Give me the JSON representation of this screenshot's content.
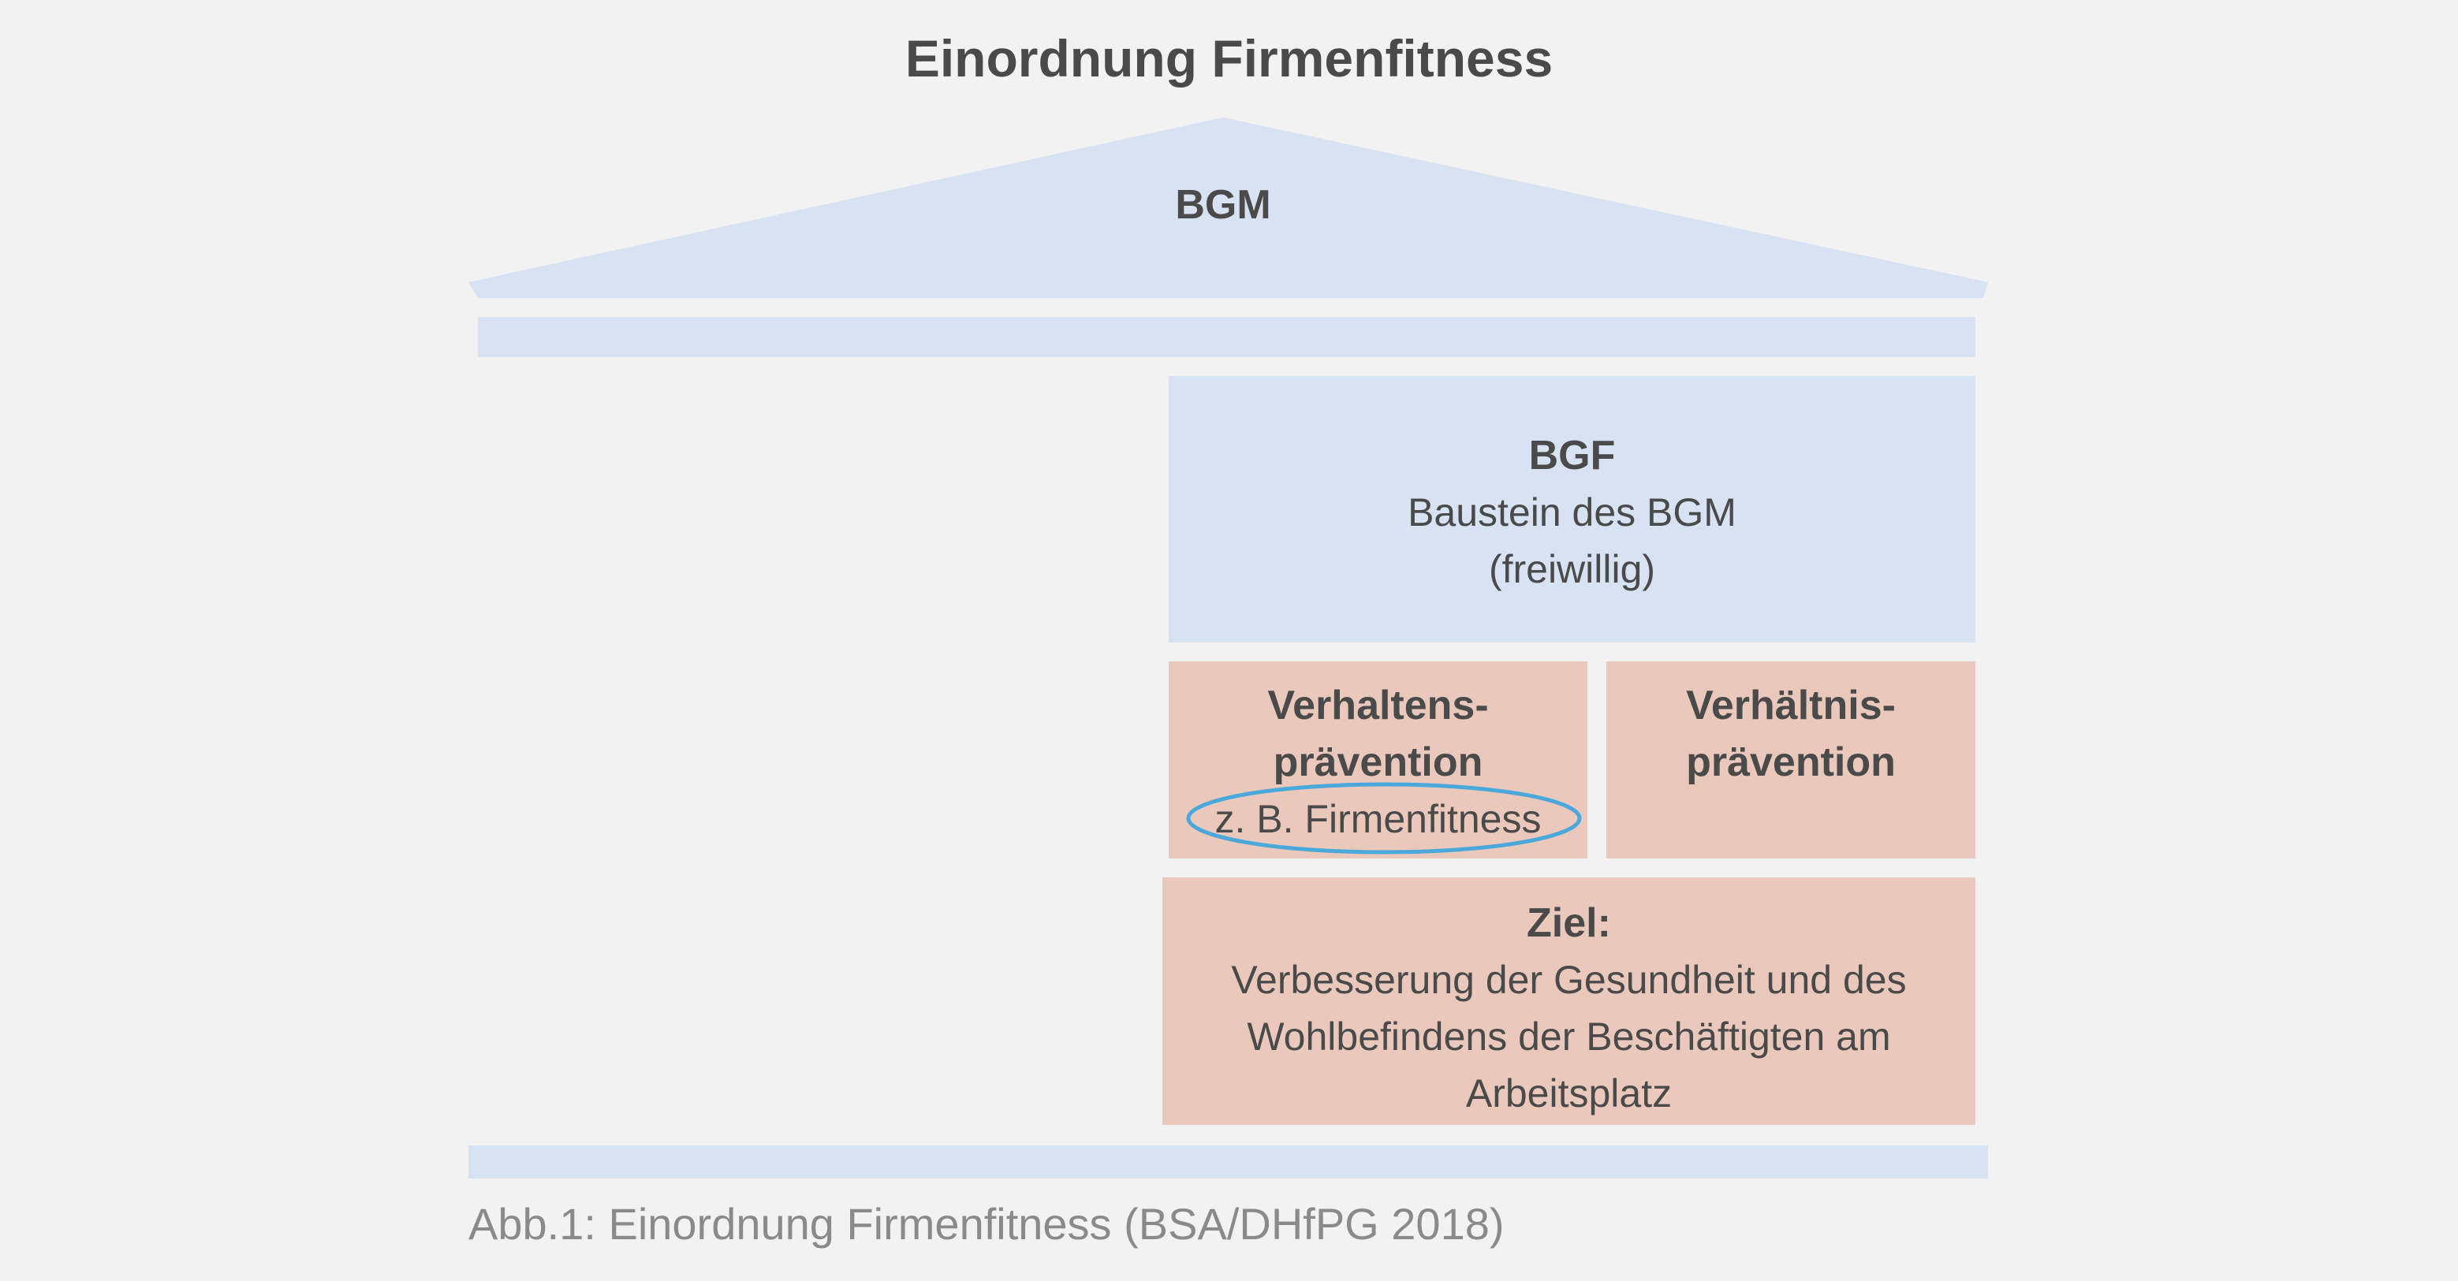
{
  "title": "Einordnung Firmenfitness",
  "roof": {
    "label": "BGM"
  },
  "bgf": {
    "title": "BGF",
    "lines": [
      "Baustein des BGM",
      "(freiwillig)"
    ]
  },
  "verhaltens": {
    "title_lines": [
      "Verhaltens-",
      "prävention"
    ],
    "example": "z. B. Firmenfitness"
  },
  "verhaeltnis": {
    "title_lines": [
      "Verhältnis-",
      "prävention"
    ]
  },
  "ziel": {
    "title": "Ziel:",
    "lines": [
      "Verbesserung der Gesundheit und des",
      "Wohlbefindens der Beschäftigten am",
      "Arbeitsplatz"
    ]
  },
  "caption": "Abb.1: Einordnung Firmenfitness (BSA/DHfPG 2018)",
  "colors": {
    "background": "#f2f2f2",
    "blue": "#d7e3f2",
    "salmon": "#eac9bc",
    "highlight": "#4aa8da",
    "text": "#4a4a4a"
  }
}
